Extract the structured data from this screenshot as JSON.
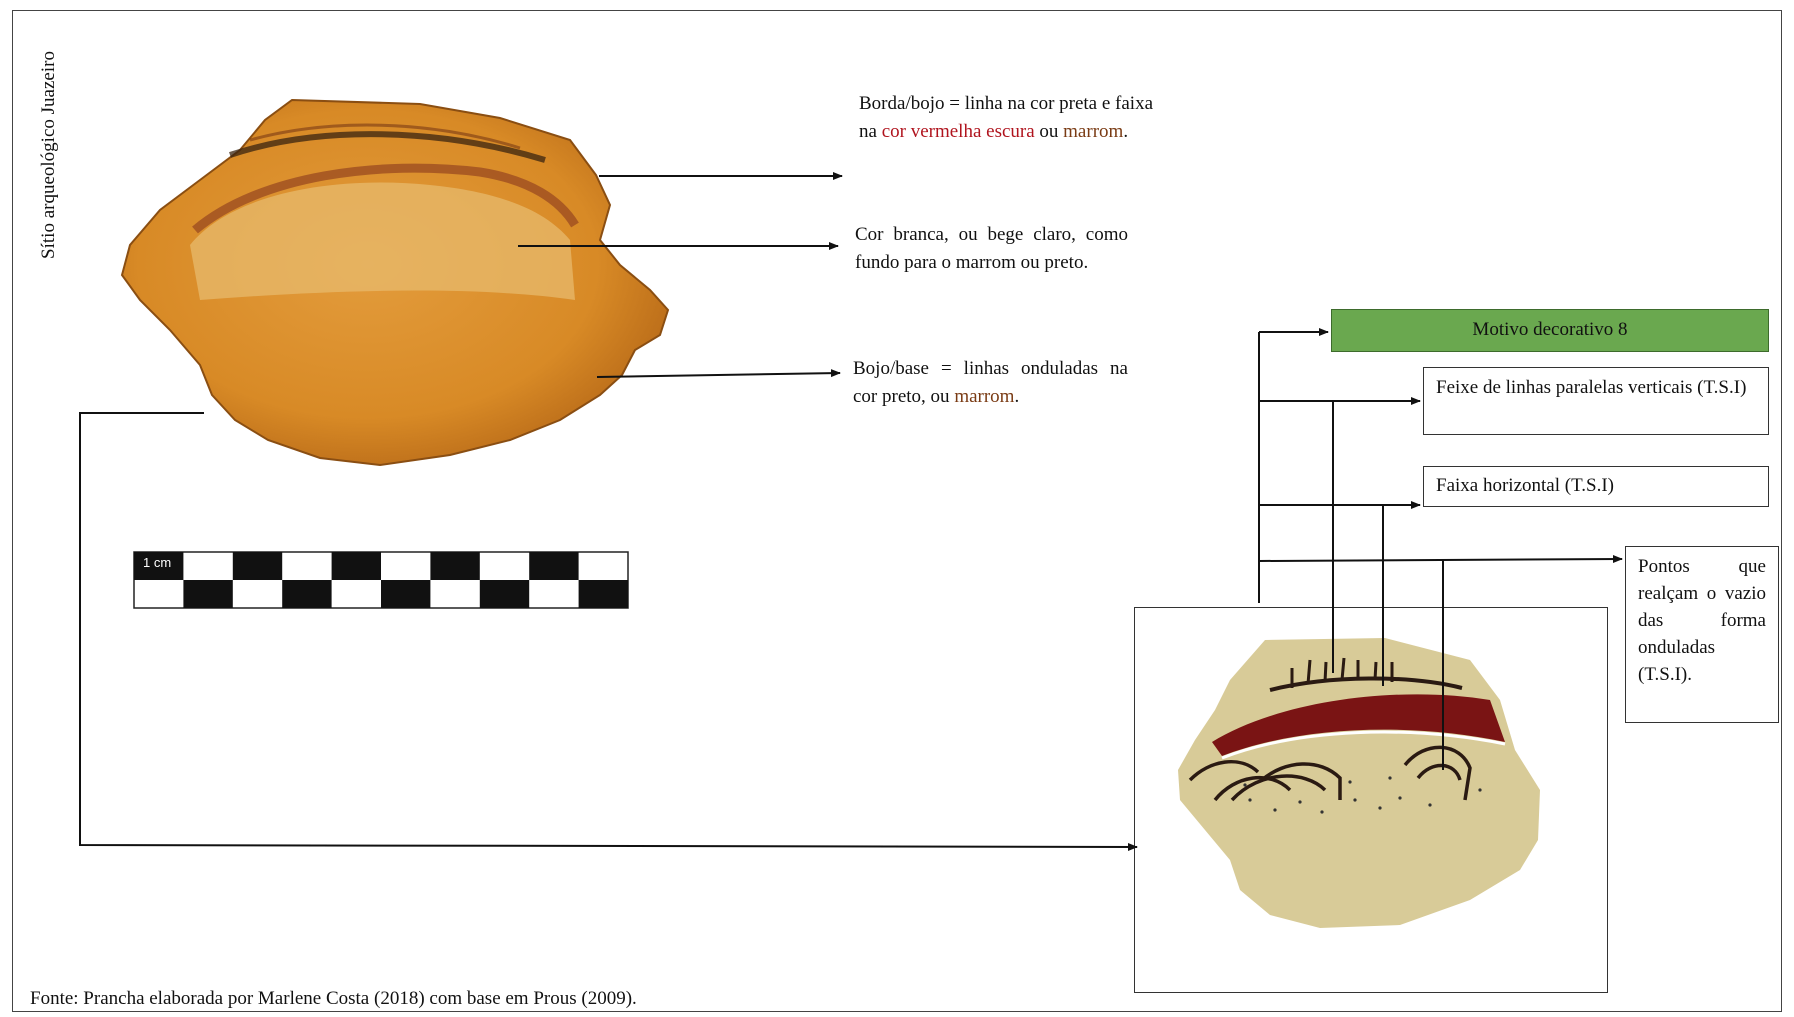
{
  "side_label": "Sítio arqueológico Juazeiro",
  "scale_label": "1 cm",
  "annotations": {
    "borda": {
      "prefix": "Borda/bojo  = linha na cor preta e faixa na ",
      "red": "cor vermelha escura",
      "mid": " ou ",
      "brown": "marrom",
      "end": "."
    },
    "cor": {
      "text": "Cor branca, ou bege claro, como fundo para o marrom ou preto."
    },
    "bojo": {
      "prefix": "Bojo/base = linhas onduladas na cor preto, ou ",
      "brown": "marrom",
      "end": "."
    }
  },
  "motif": {
    "title": "Motivo decorativo 8",
    "items": [
      "Feixe de linhas paralelas verticais (T.S.I)",
      "Faixa horizontal (T.S.I)",
      "Pontos que realçam o vazio das forma onduladas (T.S.I)."
    ]
  },
  "source": "Fonte: Prancha elaborada por Marlene Costa (2018)  com base em Prous (2009).",
  "colors": {
    "sherd": "#d9902e",
    "sherd_light": "#e8b766",
    "drawing_bg": "#d8cb98",
    "band": "#7a1414",
    "title_green": "#6aa84f"
  }
}
